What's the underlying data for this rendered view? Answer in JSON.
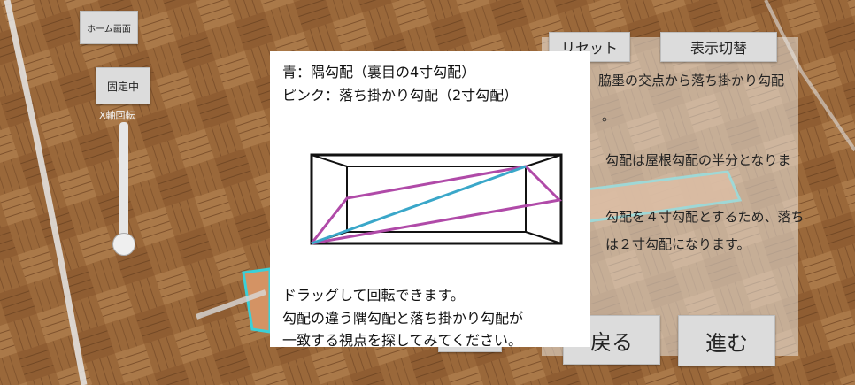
{
  "app": {
    "home_button": "ホーム画面",
    "fixed_button": "固定中",
    "x_axis_label": "X軸回転",
    "x_axis_rotation": 0.05
  },
  "top_buttons": {
    "reset": "リセット",
    "toggle_display": "表示切替"
  },
  "right_panel": {
    "line1": "脇墨の交点から落ち掛かり勾配",
    "line2": "。",
    "line3": "勾配は屋根勾配の半分となりま",
    "line4": "勾配を４寸勾配とするため、落ち",
    "line5": "は２寸勾配になります。"
  },
  "nav": {
    "back": "戻る",
    "next": "進む"
  },
  "popup": {
    "legend_blue": "青：隅勾配（裏目の4寸勾配）",
    "legend_pink": "ピンク：落ち掛かり勾配（2寸勾配）",
    "instruction1": "ドラッグして回転できます。",
    "instruction2": "勾配の違う隅勾配と落ち掛かり勾配が",
    "instruction3": "一致する視点を探してみてください。"
  },
  "colors": {
    "blue_line": "#3aa7c9",
    "pink_line": "#b04aa8",
    "box_outline": "#111111",
    "overlay_cyan": "#3ad0d8"
  }
}
